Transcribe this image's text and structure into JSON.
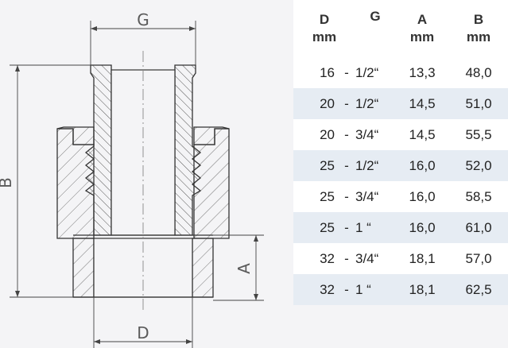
{
  "drawing": {
    "label_g": "G",
    "label_b": "B",
    "label_a": "A",
    "label_d": "D"
  },
  "table": {
    "headers": [
      {
        "name": "D",
        "unit": "mm"
      },
      {
        "name": "G",
        "unit": ""
      },
      {
        "name": "A",
        "unit": "mm"
      },
      {
        "name": "B",
        "unit": "mm"
      }
    ],
    "rows": [
      {
        "d": "16",
        "sep": "-",
        "g": "1/2“",
        "a": "13,3",
        "b": "48,0"
      },
      {
        "d": "20",
        "sep": "-",
        "g": "1/2“",
        "a": "14,5",
        "b": "51,0"
      },
      {
        "d": "20",
        "sep": "-",
        "g": "3/4“",
        "a": "14,5",
        "b": "55,5"
      },
      {
        "d": "25",
        "sep": "-",
        "g": "1/2“",
        "a": "16,0",
        "b": "52,0"
      },
      {
        "d": "25",
        "sep": "-",
        "g": "3/4“",
        "a": "16,0",
        "b": "58,5"
      },
      {
        "d": "25",
        "sep": "-",
        "g": "1 “",
        "a": "16,0",
        "b": "61,0"
      },
      {
        "d": "32",
        "sep": "-",
        "g": "3/4“",
        "a": "18,1",
        "b": "57,0"
      },
      {
        "d": "32",
        "sep": "-",
        "g": "1 “",
        "a": "18,1",
        "b": "62,5"
      }
    ]
  }
}
